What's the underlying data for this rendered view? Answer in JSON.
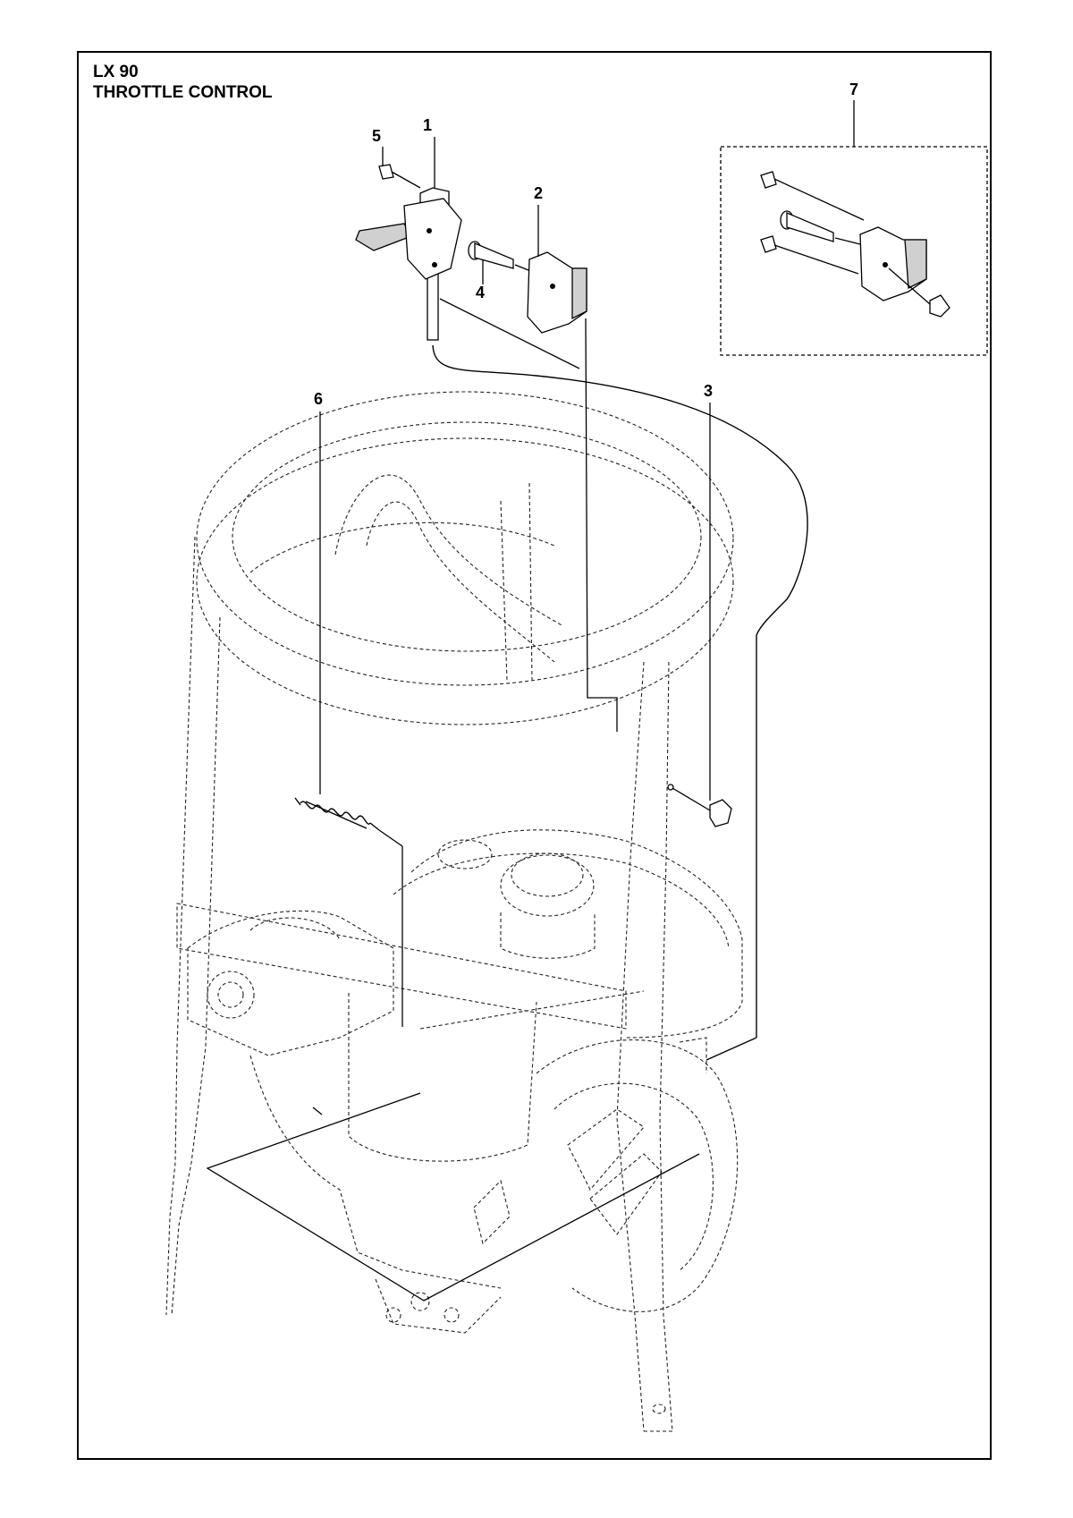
{
  "header": {
    "model": "LX 90",
    "section": "THROTTLE CONTROL"
  },
  "callouts": [
    {
      "id": "1",
      "label": "1"
    },
    {
      "id": "2",
      "label": "2"
    },
    {
      "id": "3",
      "label": "3"
    },
    {
      "id": "4",
      "label": "4"
    },
    {
      "id": "5",
      "label": "5"
    },
    {
      "id": "6",
      "label": "6"
    },
    {
      "id": "7",
      "label": "7"
    }
  ]
}
